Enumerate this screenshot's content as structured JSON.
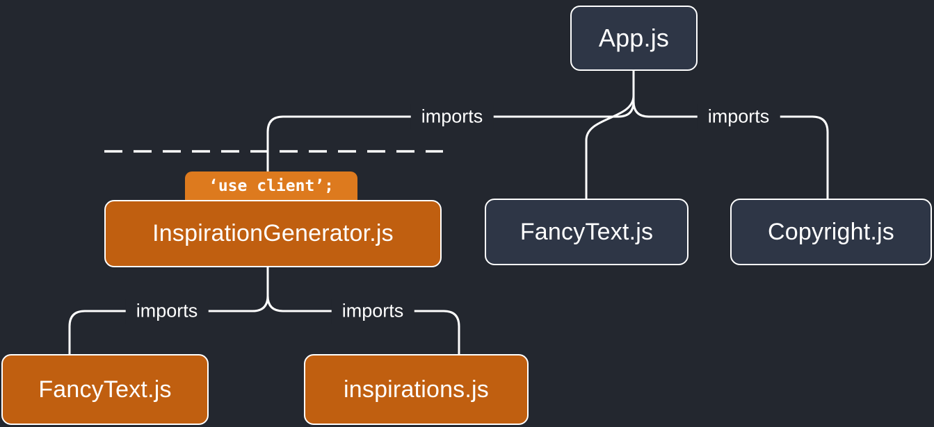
{
  "diagram": {
    "nodes": {
      "app": {
        "label": "App.js",
        "type": "server"
      },
      "inspiration_generator": {
        "label": "InspirationGenerator.js",
        "badge": "‘use client’;",
        "type": "client"
      },
      "fancy_text_server": {
        "label": "FancyText.js",
        "type": "server"
      },
      "copyright": {
        "label": "Copyright.js",
        "type": "server"
      },
      "fancy_text_client": {
        "label": "FancyText.js",
        "type": "client"
      },
      "inspirations": {
        "label": "inspirations.js",
        "type": "client"
      }
    },
    "edges": [
      {
        "from": "App.js",
        "to": "InspirationGenerator.js",
        "label": "imports"
      },
      {
        "from": "App.js",
        "to": "FancyText.js",
        "label": ""
      },
      {
        "from": "App.js",
        "to": "Copyright.js",
        "label": "imports"
      },
      {
        "from": "InspirationGenerator.js",
        "to": "FancyText.js",
        "label": "imports"
      },
      {
        "from": "InspirationGenerator.js",
        "to": "inspirations.js",
        "label": "imports"
      }
    ],
    "boundary": {
      "style": "dashed",
      "meaning": "client boundary above InspirationGenerator.js"
    },
    "colors": {
      "background": "#23272F",
      "server_box_fill": "#2E3646",
      "client_box_fill": "#C05F10",
      "client_badge_fill": "#DD7A1E",
      "edge_line": "#FFFFFF",
      "text": "#FFFFFF"
    }
  }
}
